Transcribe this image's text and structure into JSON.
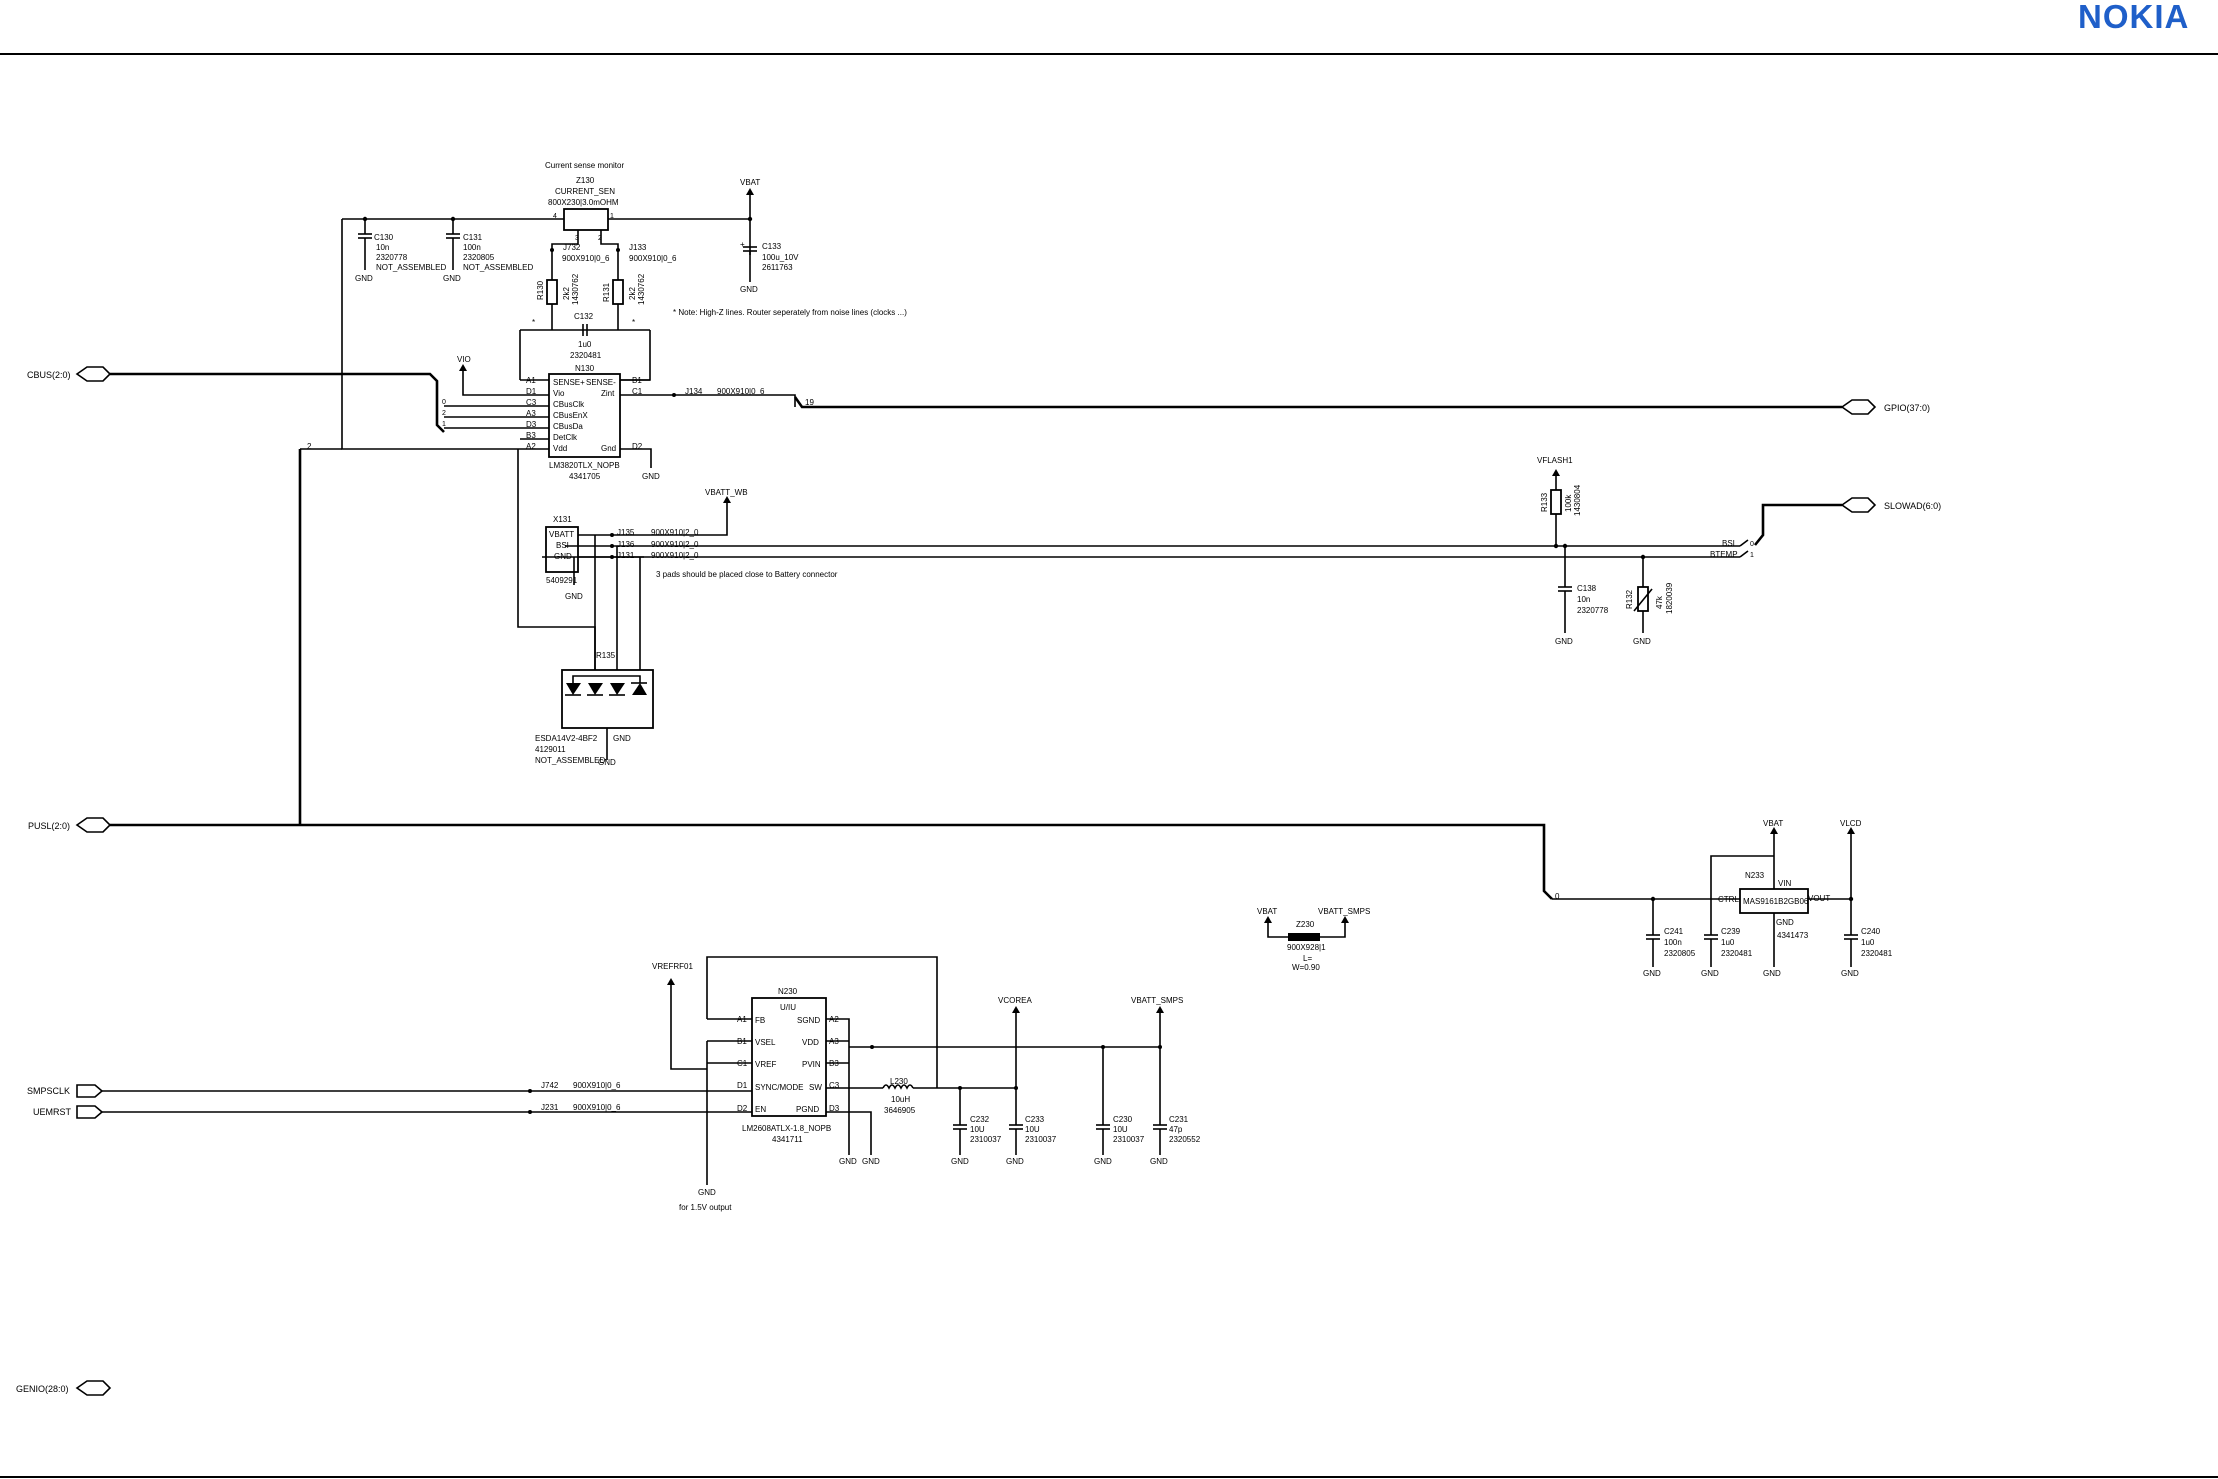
{
  "header": {
    "logo_text": "NOKIA",
    "logo_color": "#1f5fc9"
  },
  "ports": {
    "cbus": "CBUS(2:0)",
    "gpio": "GPIO(37:0)",
    "slowad": "SLOWAD(6:0)",
    "pusl": "PUSL(2:0)",
    "smpsclk": "SMPSCLK",
    "uemrst": "UEMRST",
    "genio": "GENIO(28:0)"
  },
  "notes": {
    "current_sense": "Current sense monitor",
    "high_z": "* Note: High-Z lines. Router seperately from noise lines (clocks ...)",
    "pads": "3 pads should be placed close to Battery connector",
    "output_15": "for 1.5V output"
  },
  "rails": {
    "vbat": "VBAT",
    "vio": "VIO",
    "vbatt_wb": "VBATT_WB",
    "vflash1": "VFLASH1",
    "vlcd": "VLCD",
    "vrefrf01": "VREFRF01",
    "vcorea": "VCOREA",
    "vbatt_smps": "VBATT_SMPS",
    "gnd": "GND"
  },
  "z130": {
    "ref": "Z130",
    "name": "CURRENT_SEN",
    "part": "800X230|3.0mOHM",
    "p4": "4",
    "p1": "1",
    "p3": "3",
    "p2": "2"
  },
  "c130": {
    "ref": "C130",
    "val": "10n",
    "part": "2320778",
    "note": "NOT_ASSEMBLED"
  },
  "c131": {
    "ref": "C131",
    "val": "100n",
    "part": "2320805",
    "note": "NOT_ASSEMBLED"
  },
  "c133": {
    "ref": "C133",
    "val": "100u_10V",
    "part": "2611763",
    "plus": "+"
  },
  "j732": {
    "ref": "J732",
    "val": "900X910|0_6"
  },
  "j133": {
    "ref": "J133",
    "val": "900X910|0_6"
  },
  "r130": {
    "ref": "R130",
    "val": "2k2",
    "part": "1430762"
  },
  "r131": {
    "ref": "R131",
    "val": "2k2",
    "part": "1430762"
  },
  "c132": {
    "ref": "C132",
    "part": "2320481",
    "val": "1u0",
    "star": "*"
  },
  "n130": {
    "ref": "N130",
    "part": "LM3820TLX_NOPB",
    "code": "4341705",
    "pins_left": [
      "A1",
      "D1",
      "C3",
      "A3",
      "D3",
      "B3",
      "A2"
    ],
    "sig_left": [
      "SENSE+",
      "Vio",
      "CBusClk",
      "CBusEnX",
      "CBusDa",
      "DetClk",
      "Vdd"
    ],
    "sense_minus": "SENSE-",
    "zint": "Zint",
    "b1": "B1",
    "c1": "C1",
    "gnd_sig": "Gnd",
    "d2": "D2"
  },
  "cbus_bits": [
    "0",
    "2",
    "1"
  ],
  "pusl_bit": "2",
  "j134": {
    "ref": "J134",
    "val": "900X910|0_6",
    "bit": "19"
  },
  "x131": {
    "ref": "X131",
    "pins": [
      "VBATT",
      "BSI",
      "GND"
    ],
    "part": "5409291"
  },
  "j135": {
    "ref": "J135",
    "val": "900X910|2_0"
  },
  "j136": {
    "ref": "J136",
    "val": "900X910|2_0"
  },
  "j131": {
    "ref": "J131",
    "val": "900X910|2_0"
  },
  "r135": {
    "ref": "R135"
  },
  "esd": {
    "part": "ESDA14V2-4BF2",
    "code": "4129011",
    "note": "NOT_ASSEMBLED"
  },
  "r133": {
    "ref": "R133",
    "val": "100k",
    "part": "1430804"
  },
  "c138": {
    "ref": "C138",
    "val": "10n",
    "part": "2320778"
  },
  "r132": {
    "ref": "R132",
    "val": "47k",
    "part": "1820039"
  },
  "slowad_sigs": {
    "bsi": "BSI",
    "btemp": "BTEMP",
    "bit0": "0",
    "bit1": "1"
  },
  "n233": {
    "ref": "N233",
    "vin": "VIN",
    "ctrl": "CTRL",
    "name": "MAS9161B2GB06",
    "vout": "VOUT",
    "gnd": "GND",
    "part": "4341473",
    "bit": "0"
  },
  "c241": {
    "ref": "C241",
    "val": "100n",
    "part": "2320805"
  },
  "c239": {
    "ref": "C239",
    "val": "1u0",
    "part": "2320481"
  },
  "c240": {
    "ref": "C240",
    "val": "1u0",
    "part": "2320481"
  },
  "z230": {
    "ref": "Z230",
    "part": "900X928|1",
    "l": "L=",
    "w": "W=0.90"
  },
  "n230": {
    "ref": "N230",
    "name": "U/IU",
    "part": "LM2608ATLX-1.8_NOPB",
    "code": "4341711",
    "pins_left": [
      "A1",
      "B1",
      "C1",
      "D1",
      "D2"
    ],
    "sig_left": [
      "FB",
      "VSEL",
      "VREF",
      "SYNC/MODE",
      "EN"
    ],
    "pins_right": [
      "A2",
      "A3",
      "B3",
      "C3",
      "D3"
    ],
    "sig_right": [
      "SGND",
      "VDD",
      "PVIN",
      "SW",
      "PGND"
    ]
  },
  "j742": {
    "ref": "J742",
    "val": "900X910|0_6"
  },
  "j231": {
    "ref": "J231",
    "val": "900X910|0_6"
  },
  "l230": {
    "ref": "L230",
    "val": "10uH",
    "part": "3646905"
  },
  "c232": {
    "ref": "C232",
    "val": "10U",
    "part": "2310037"
  },
  "c233": {
    "ref": "C233",
    "val": "10U",
    "part": "2310037"
  },
  "c230": {
    "ref": "C230",
    "val": "10U",
    "part": "2310037"
  },
  "c231": {
    "ref": "C231",
    "val": "47p",
    "part": "2320552"
  }
}
